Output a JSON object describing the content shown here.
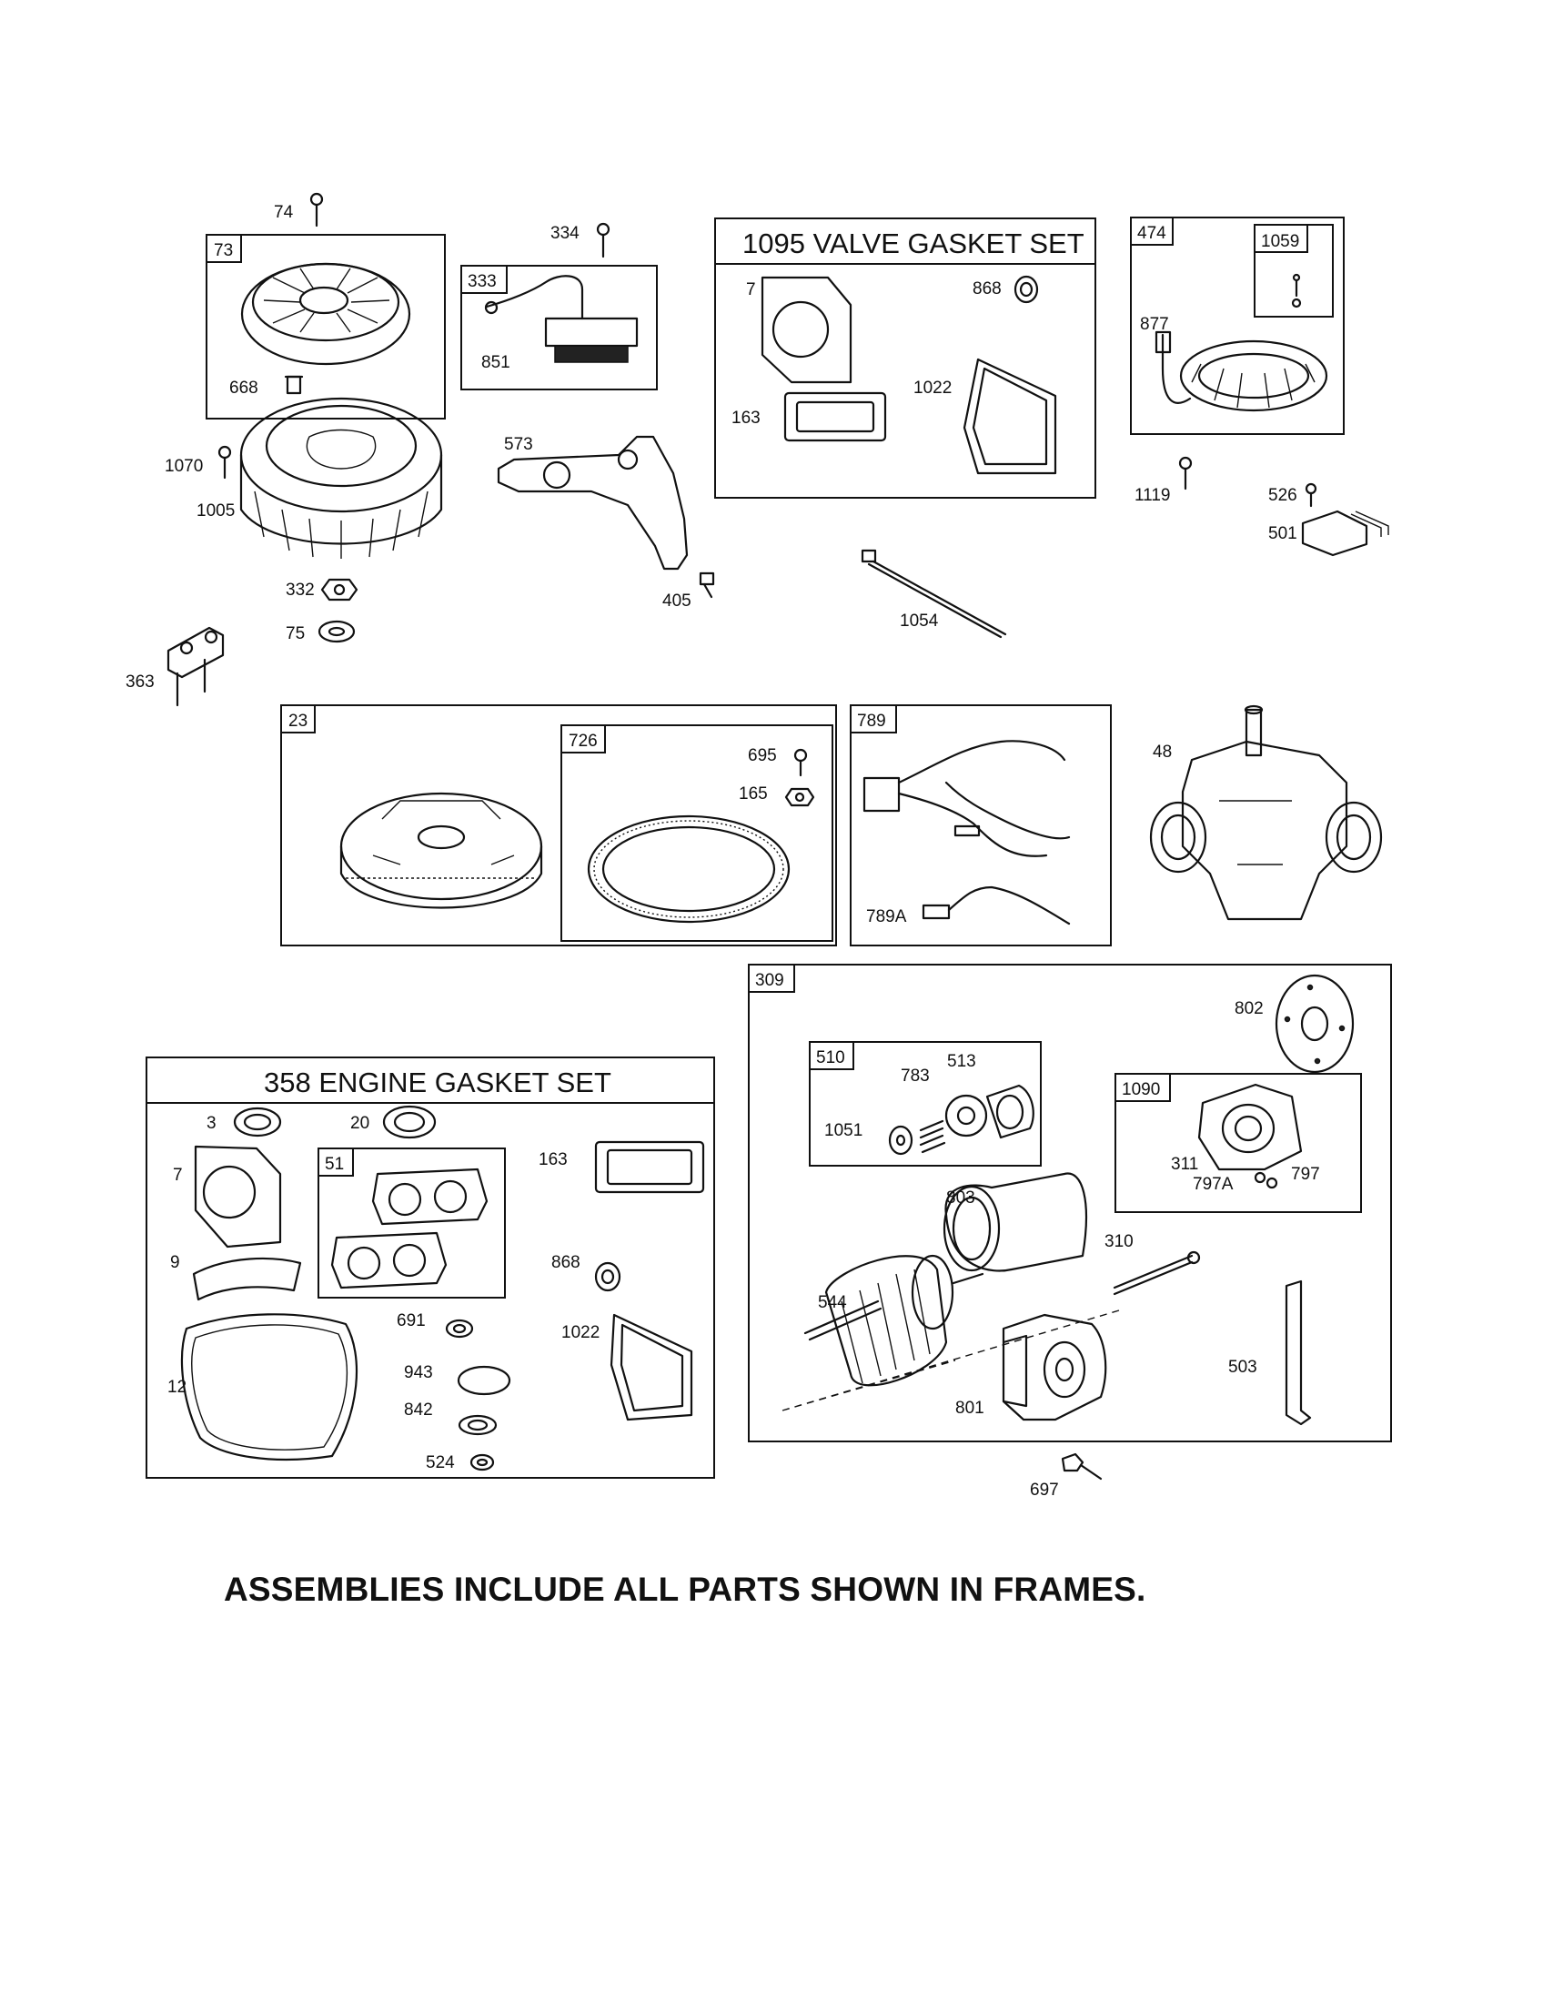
{
  "footer_note": "ASSEMBLIES INCLUDE ALL PARTS SHOWN IN FRAMES.",
  "frames": {
    "f73": "73",
    "f333": "333",
    "f474": "474",
    "f1059": "1059",
    "f23": "23",
    "f726": "726",
    "f789": "789",
    "f309": "309",
    "f510": "510",
    "f1090": "1090",
    "f51": "51",
    "valve_gasket_title": "1095 VALVE GASKET SET",
    "engine_gasket_title": "358 ENGINE GASKET SET"
  },
  "labels": {
    "p74": "74",
    "p334": "334",
    "p668": "668",
    "p851": "851",
    "p7a": "7",
    "p868a": "868",
    "p163a": "163",
    "p1022a": "1022",
    "p877": "877",
    "p1070": "1070",
    "p1005": "1005",
    "p573": "573",
    "p1119": "1119",
    "p526": "526",
    "p501": "501",
    "p332": "332",
    "p75": "75",
    "p405": "405",
    "p1054": "1054",
    "p363": "363",
    "p695": "695",
    "p165": "165",
    "p48": "48",
    "p789A": "789A",
    "p802": "802",
    "p513": "513",
    "p783": "783",
    "p1051": "1051",
    "p311": "311",
    "p797A": "797A",
    "p797": "797",
    "p803": "803",
    "p310": "310",
    "p544": "544",
    "p801": "801",
    "p503": "503",
    "p697": "697",
    "p3": "3",
    "p20": "20",
    "p7b": "7",
    "p9": "9",
    "p163b": "163",
    "p868b": "868",
    "p691": "691",
    "p1022b": "1022",
    "p12": "12",
    "p943": "943",
    "p842": "842",
    "p524": "524"
  }
}
